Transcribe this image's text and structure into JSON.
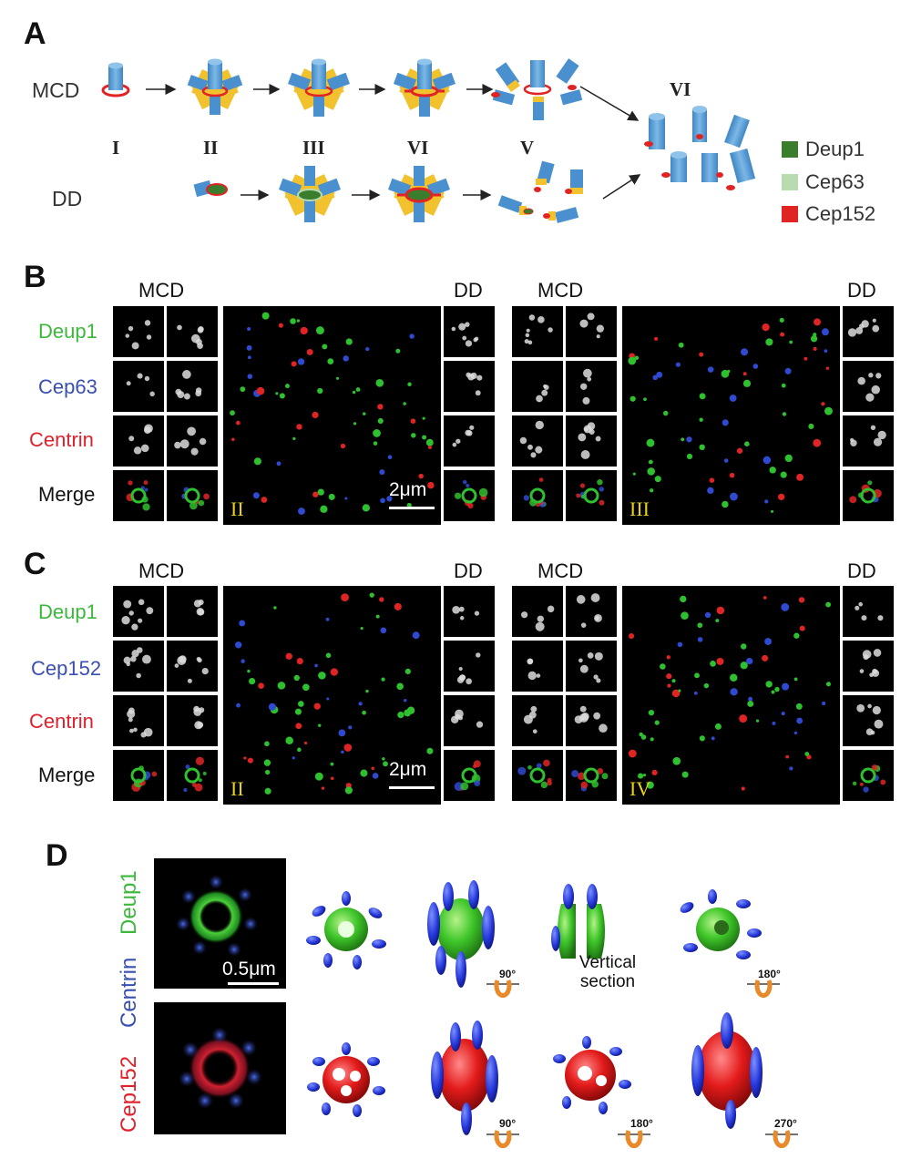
{
  "panel_a": {
    "letter": "A",
    "row_labels": {
      "mcd": "MCD",
      "dd": "DD"
    },
    "stages": [
      "I",
      "II",
      "III",
      "VI",
      "V"
    ],
    "final_stage": "VI",
    "legend": [
      {
        "label": "Deup1",
        "color": "#3a7d2c"
      },
      {
        "label": "Cep63",
        "color": "#b8dcb0"
      },
      {
        "label": "Cep152",
        "color": "#e02424"
      }
    ]
  },
  "panel_b": {
    "letter": "B",
    "left": {
      "mcd": "MCD",
      "dd": "DD",
      "stage": "II",
      "scale": "2μm"
    },
    "right": {
      "mcd": "MCD",
      "dd": "DD",
      "stage": "III"
    },
    "channels": [
      {
        "label": "Deup1",
        "color": "#3cb83c"
      },
      {
        "label": "Cep63",
        "color": "#3a4fb0"
      },
      {
        "label": "Centrin",
        "color": "#e0202a"
      },
      {
        "label": "Merge",
        "color": "#111111"
      }
    ]
  },
  "panel_c": {
    "letter": "C",
    "left": {
      "mcd": "MCD",
      "dd": "DD",
      "stage": "II",
      "scale": "2μm"
    },
    "right": {
      "mcd": "MCD",
      "dd": "DD",
      "stage": "IV"
    },
    "channels": [
      {
        "label": "Deup1",
        "color": "#3cb83c"
      },
      {
        "label": "Cep152",
        "color": "#3a4fb0"
      },
      {
        "label": "Centrin",
        "color": "#e0202a"
      },
      {
        "label": "Merge",
        "color": "#111111"
      }
    ]
  },
  "panel_d": {
    "letter": "D",
    "side_labels": [
      {
        "label": "Deup1",
        "color": "#3cb83c"
      },
      {
        "label": "Centrin",
        "color": "#3a4fb0"
      },
      {
        "label": "Cep152",
        "color": "#e0202a"
      }
    ],
    "scale": "0.5μm",
    "top_rotations": [
      "90°",
      "180°"
    ],
    "vertical_section": [
      "Vertical",
      "section"
    ],
    "bottom_rotations": [
      "90°",
      "180°",
      "270°"
    ]
  }
}
